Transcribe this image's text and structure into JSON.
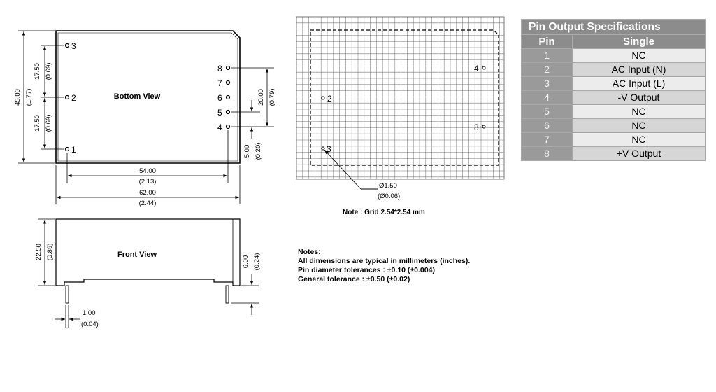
{
  "bottom_view": {
    "label": "Bottom View",
    "pins_left": [
      "3",
      "2",
      "1"
    ],
    "pins_right": [
      "8",
      "7",
      "6",
      "5",
      "4"
    ],
    "dim_17_50_top": "17.50",
    "dim_0_69_top": "(0.69)",
    "dim_17_50_bot": "17.50",
    "dim_0_69_bot": "(0.69)",
    "dim_45": "45.00",
    "dim_1_77": "(1.77)",
    "dim_20": "20.00",
    "dim_0_79": "(0.79)",
    "dim_5": "5.00",
    "dim_0_20": "(0.20)",
    "dim_54": "54.00",
    "dim_2_13": "(2.13)",
    "dim_62": "62.00",
    "dim_2_44": "(2.44)"
  },
  "front_view": {
    "label": "Front View",
    "dim_22_50": "22.50",
    "dim_0_89": "(0.89)",
    "dim_6": "6.00",
    "dim_0_24": "(0.24)",
    "dim_1": "1.00",
    "dim_0_04": "(0.04)"
  },
  "grid_view": {
    "pins": [
      "4",
      "2",
      "8",
      "3"
    ],
    "hole_dim": "Ø1.50",
    "hole_dim_in": "(Ø0.06)",
    "note": "Note : Grid 2.54*2.54 mm"
  },
  "notes": {
    "title": "Notes:",
    "lines": [
      "All dimensions are typical in millimeters (inches).",
      "Pin diameter tolerances : ±0.10 (±0.004)",
      "General tolerance : ±0.50 (±0.02)"
    ]
  },
  "spec_table": {
    "title": "Pin Output Specifications",
    "headers": [
      "Pin",
      "Single"
    ],
    "rows": [
      {
        "pin": "1",
        "function": "NC"
      },
      {
        "pin": "2",
        "function": "AC Input (N)"
      },
      {
        "pin": "3",
        "function": "AC Input (L)"
      },
      {
        "pin": "4",
        "function": "-V Output"
      },
      {
        "pin": "5",
        "function": "NC"
      },
      {
        "pin": "6",
        "function": "NC"
      },
      {
        "pin": "7",
        "function": "NC"
      },
      {
        "pin": "8",
        "function": "+V Output"
      }
    ]
  }
}
